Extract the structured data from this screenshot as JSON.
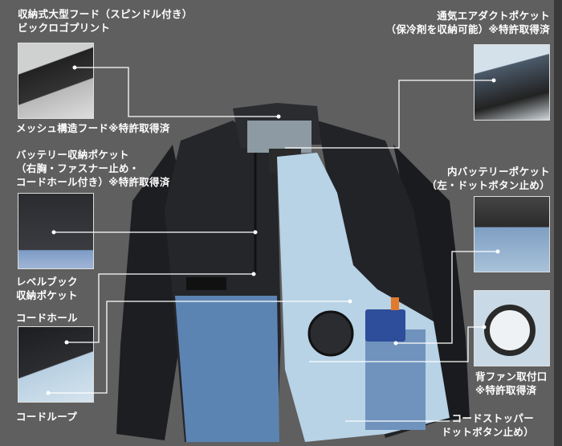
{
  "labels": {
    "hood_title_1": "収納式大型フード（スピンドル付き）",
    "hood_title_2": "ビックロゴプリント",
    "mesh_hood": "メッシュ構造フード※特許取得済",
    "battery_pocket_1": "バッテリー収納ポケット",
    "battery_pocket_2": "（右胸・ファスナー止め・",
    "battery_pocket_3": "コードホール付き）※特許取得済",
    "level_book_1": "レベルブック",
    "level_book_2": "収納ポケット",
    "cord_hole": "コードホール",
    "cord_loop": "コードループ",
    "air_duct_1": "通気エアダクトポケット",
    "air_duct_2": "（保冷剤を収納可能）※特許取得済",
    "inner_battery_1": "内バッテリーポケット",
    "inner_battery_2": "（左・ドットボタン止め）",
    "back_fan_1": "背ファン取付口",
    "back_fan_2": "※特許取得済",
    "cord_stopper_1": "コードストッパー",
    "cord_stopper_2": "ドットボタン止め）"
  },
  "colors": {
    "background": "#5f5f5f",
    "jacket_black": "#1e1f22",
    "lining": "#b9d3e6",
    "denim": "#5f86b4",
    "callout_line": "#ffffff"
  }
}
